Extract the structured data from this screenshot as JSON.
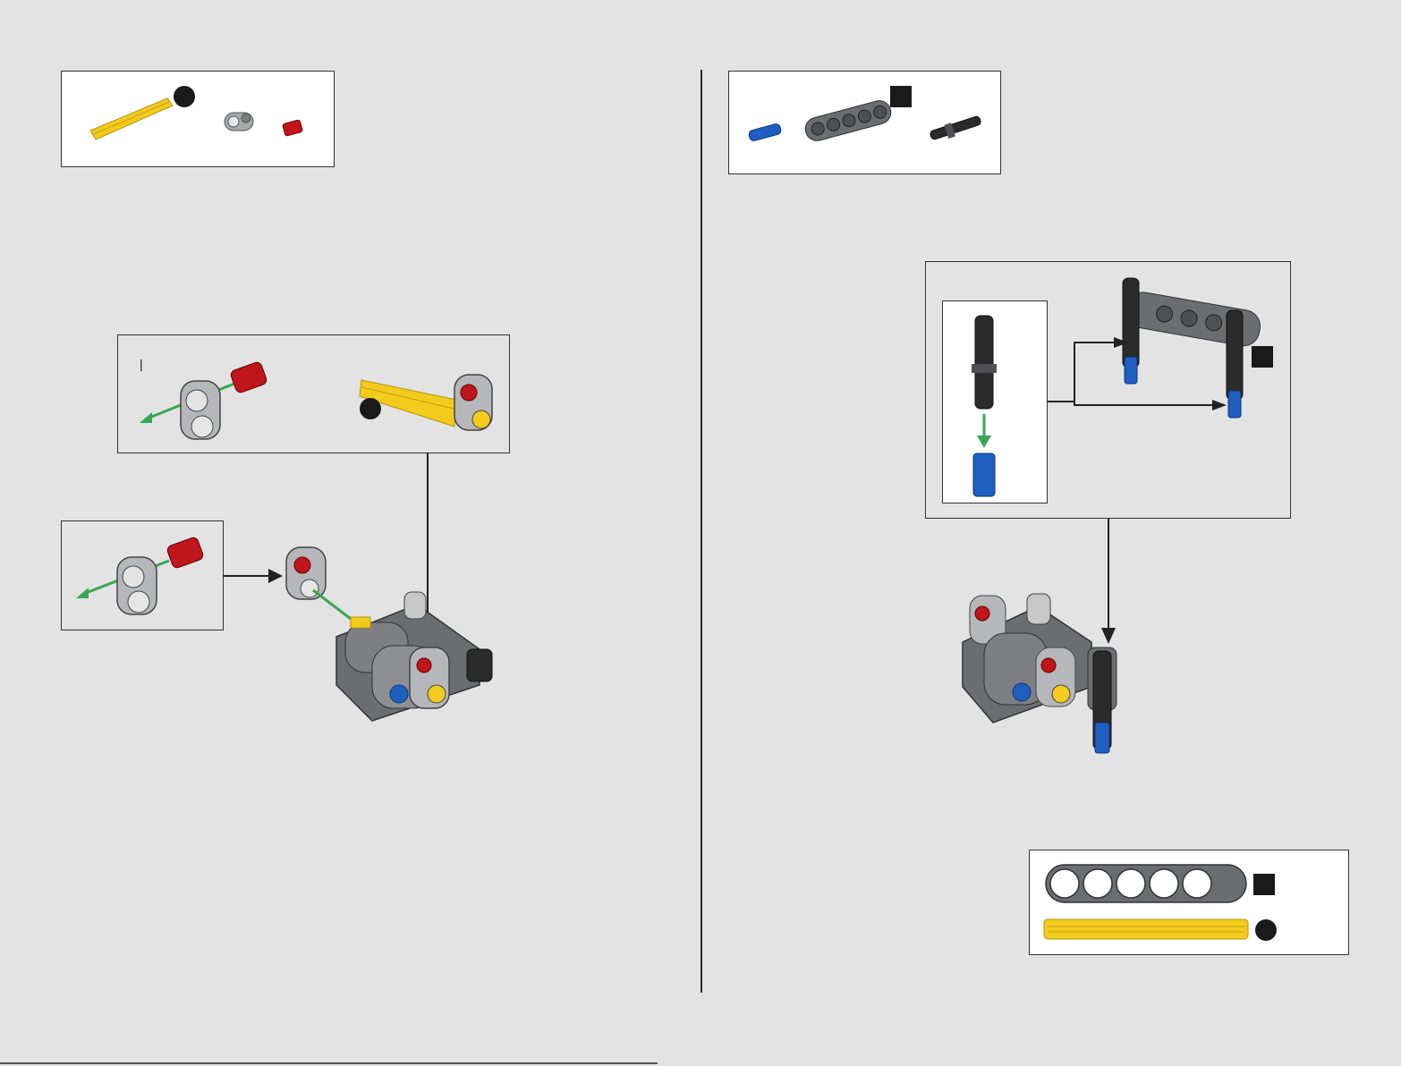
{
  "pages": {
    "left": {
      "parts_list": {
        "items": [
          {
            "name": "yellow-axle",
            "icon": "axle-icon",
            "color": "#f2cb1d"
          },
          {
            "name": "pin-connector",
            "icon": "connector-icon",
            "color": "#a7a9ac"
          },
          {
            "name": "red-bush",
            "icon": "bush-icon",
            "color": "#c0151a"
          }
        ]
      },
      "callout_a": {
        "marker": "|"
      }
    },
    "right": {
      "parts_list": {
        "items": [
          {
            "name": "blue-pin",
            "icon": "pin-icon",
            "color": "#1f5fbf"
          },
          {
            "name": "dark-beam-5",
            "icon": "beam-icon",
            "color": "#6b6d70"
          },
          {
            "name": "black-axle-pin",
            "icon": "axle-pin-icon",
            "color": "#2b2b2b"
          }
        ]
      },
      "ruler": {
        "beam_holes": 5,
        "beam_color": "#6b6d70",
        "axle_color": "#f2cb1d"
      }
    }
  },
  "colors": {
    "background": "#e3e3e3",
    "arrow_green": "#3aa655",
    "frame": "#333333"
  }
}
